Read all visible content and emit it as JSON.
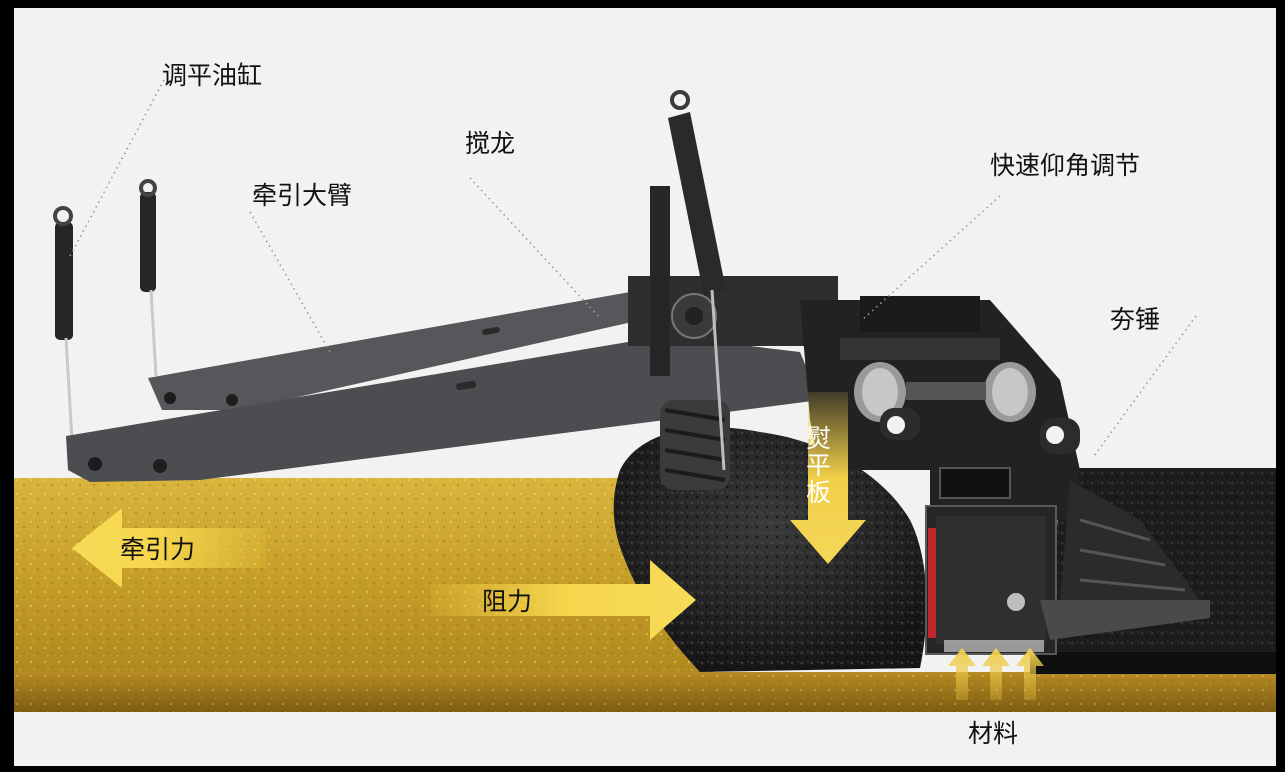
{
  "labels": {
    "leveling_cylinder": "调平油缸",
    "tow_arm": "牵引大臂",
    "auger": "搅龙",
    "quick_angle": "快速仰角调节",
    "tamper": "夯锤",
    "screed": [
      "熨",
      "平",
      "板"
    ],
    "traction": "牵引力",
    "resistance": "阻力",
    "material": "材料"
  },
  "colors": {
    "background": "#f2f2f0",
    "frame": "#000000",
    "gold_ground": "#c9a22a",
    "asphalt": "#1e1e1e",
    "arrow_fill": "#f3d34a",
    "machine": "#2b2b2b",
    "arm": "#4d4f52"
  }
}
